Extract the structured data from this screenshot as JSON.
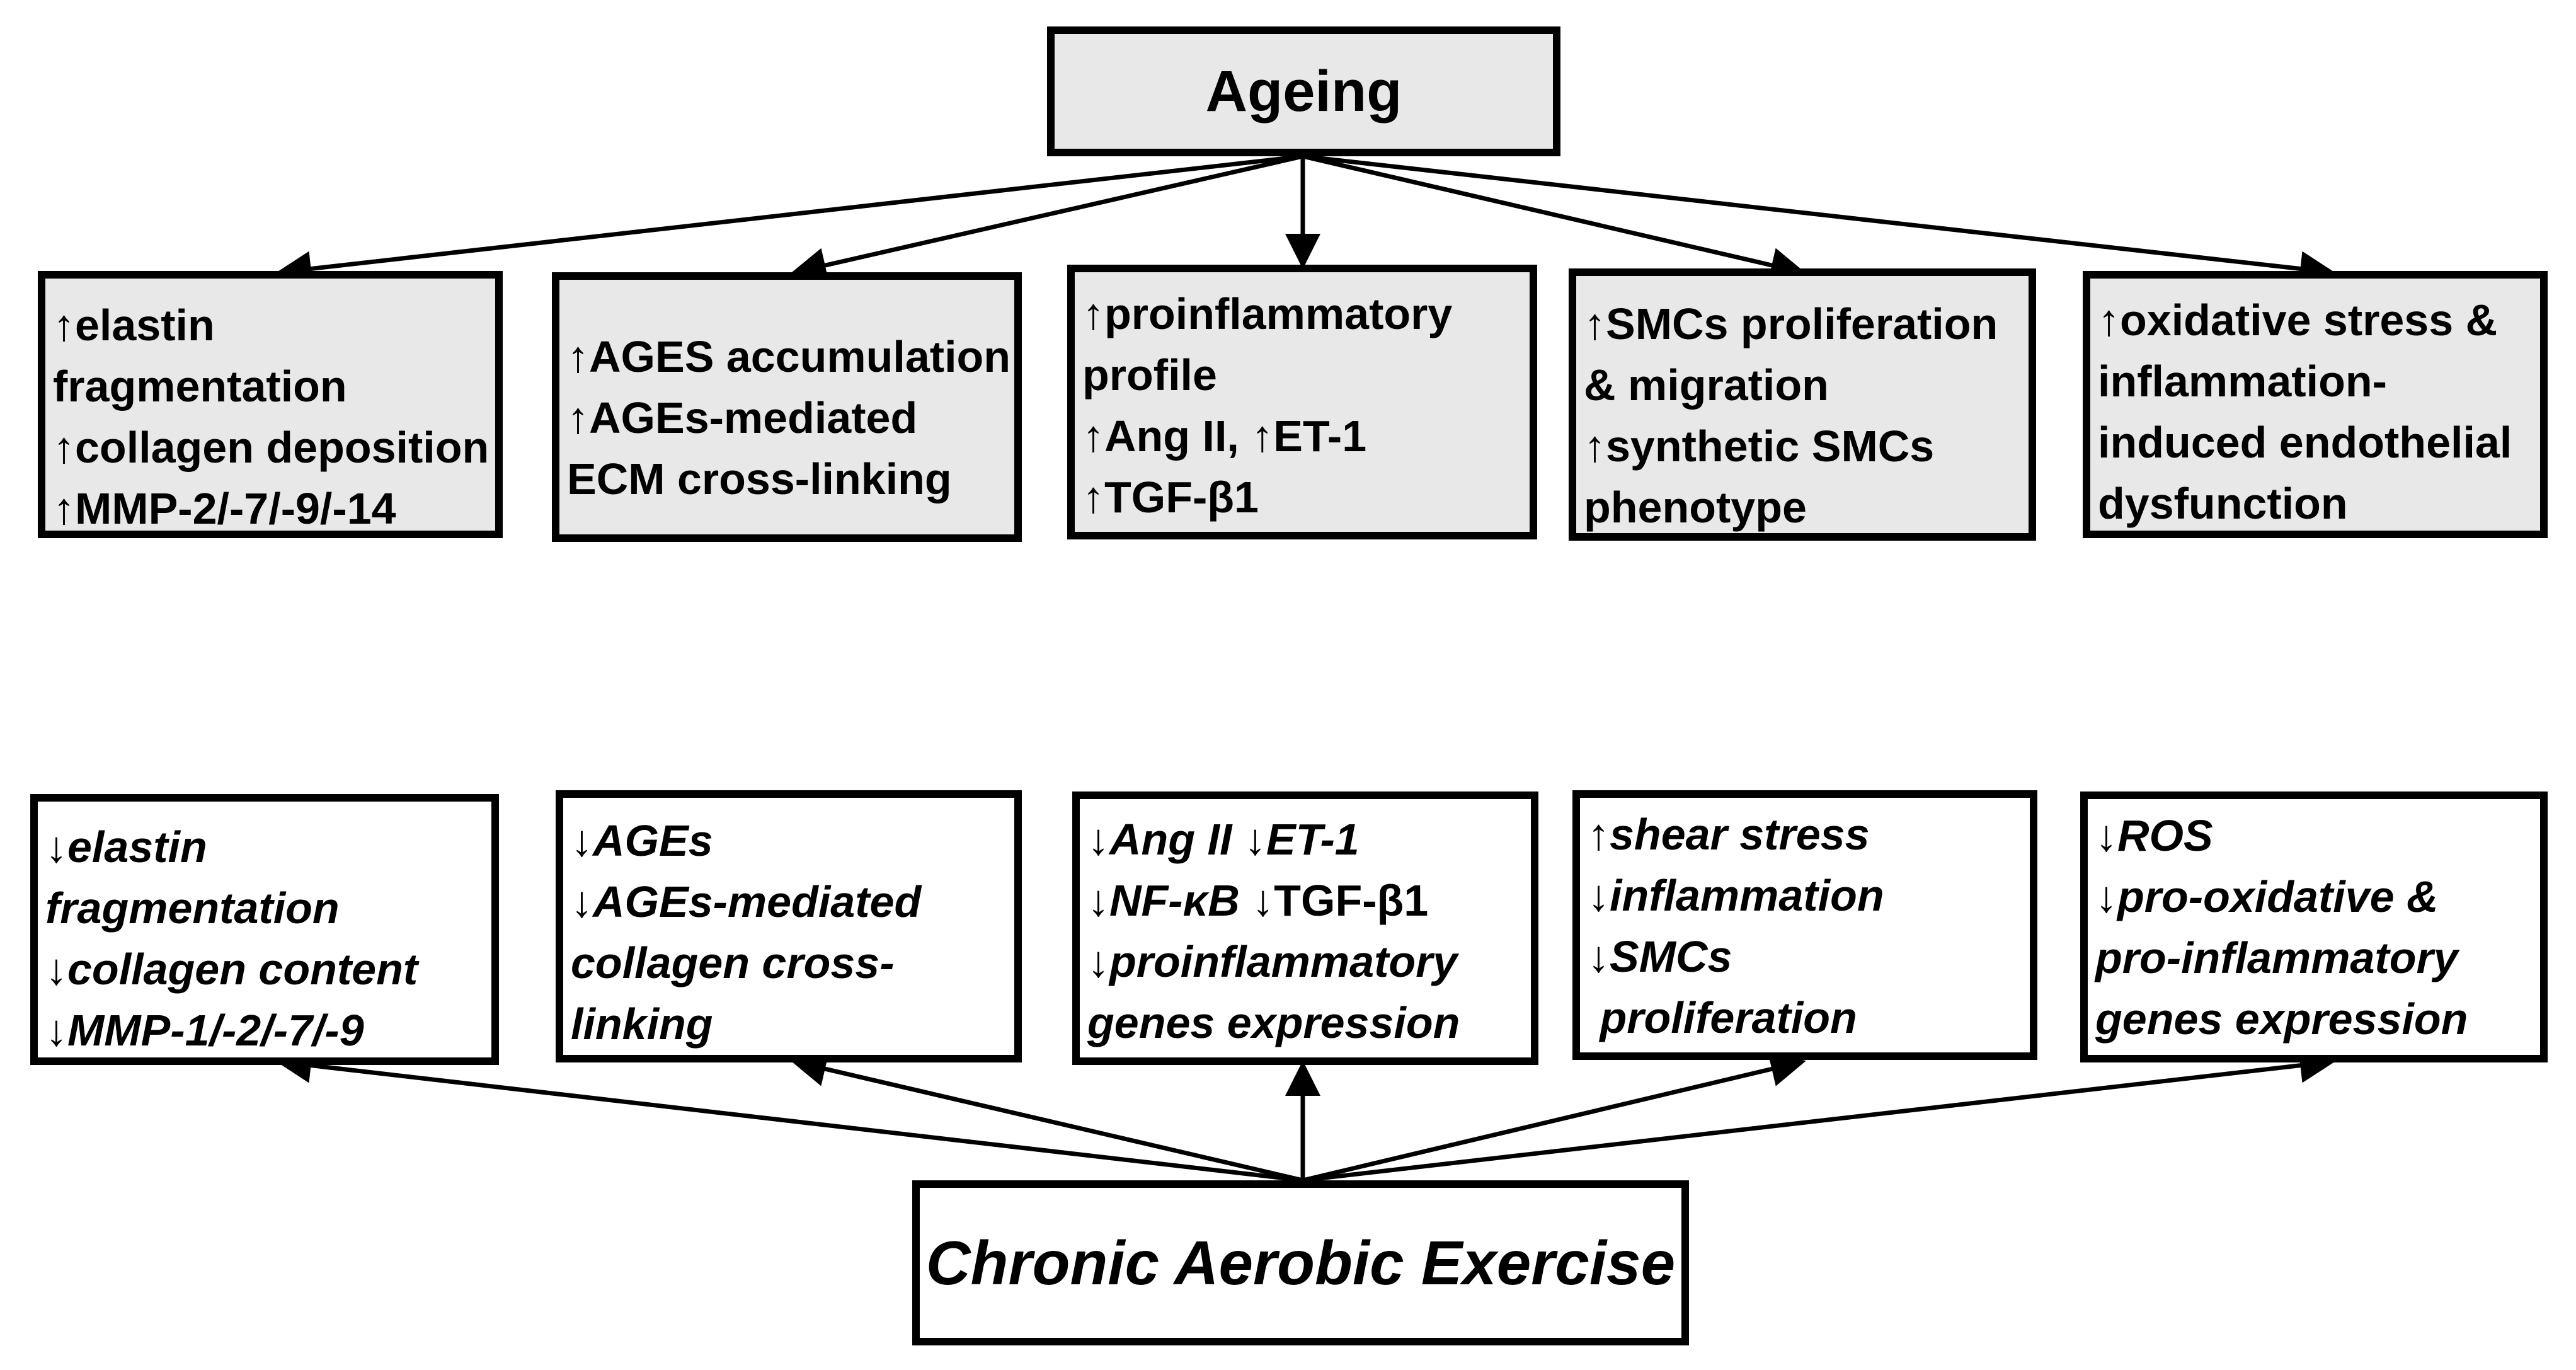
{
  "ageing": {
    "title": "Ageing",
    "boxes": [
      {
        "lines": [
          "↑elastin",
          "fragmentation",
          "↑collagen deposition",
          "↑MMP-2/-7/-9/-14"
        ]
      },
      {
        "lines": [
          "↑AGES accumulation",
          "↑AGEs-mediated",
          "ECM cross-linking"
        ]
      },
      {
        "lines": [
          "↑proinflammatory",
          "profile",
          "↑Ang II, ↑ET-1",
          "↑TGF-β1"
        ]
      },
      {
        "lines": [
          "↑SMCs proliferation",
          "& migration",
          "↑synthetic SMCs",
          "phenotype"
        ]
      },
      {
        "lines": [
          "↑oxidative stress &",
          "inflammation-",
          "induced endothelial",
          "dysfunction"
        ]
      }
    ]
  },
  "exercise": {
    "title": "Chronic Aerobic Exercise",
    "boxes": [
      {
        "lines": [
          "↓elastin",
          "fragmentation",
          "↓collagen content",
          "↓MMP-1/-2/-7/-9"
        ]
      },
      {
        "lines": [
          "↓AGEs",
          "↓AGEs-mediated",
          "collagen cross-",
          "linking"
        ]
      },
      {
        "lines": [
          [
            "↓",
            "Ang II",
            " ↓",
            "ET-1"
          ],
          [
            "↓",
            "NF-κB",
            " ↓TGF-β1",
            ""
          ],
          [
            "↓",
            "proinflammatory",
            "",
            ""
          ],
          [
            " ",
            "genes expression",
            "",
            ""
          ]
        ]
      },
      {
        "lines": [
          "↑shear stress",
          "↓inflammation",
          "↓SMCs",
          " proliferation"
        ]
      },
      {
        "lines": [
          "↓ROS",
          "↓pro-oxidative &",
          "pro-inflammatory",
          "genes expression"
        ]
      }
    ]
  },
  "colors": {
    "stroke": "#000000",
    "ageing_fill": "#e8e8e8",
    "exercise_fill": "#ffffff"
  }
}
